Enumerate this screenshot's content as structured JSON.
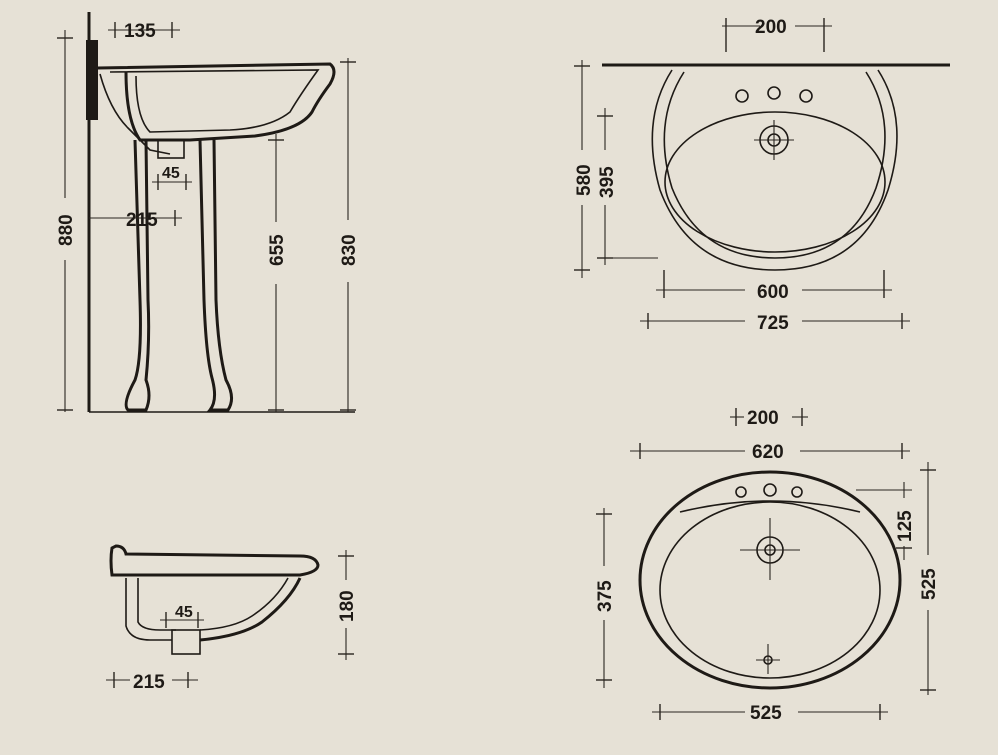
{
  "diagram": {
    "side_view_pedestal": {
      "dimensions": [
        "135",
        "45",
        "215",
        "880",
        "655",
        "830"
      ]
    },
    "top_view_pedestal": {
      "dimensions": [
        "200",
        "580",
        "395",
        "600",
        "725"
      ]
    },
    "side_view_countertop": {
      "dimensions": [
        "45",
        "180",
        "215"
      ]
    },
    "top_view_countertop": {
      "dimensions": [
        "200",
        "620",
        "125",
        "525",
        "375",
        "525"
      ]
    }
  }
}
